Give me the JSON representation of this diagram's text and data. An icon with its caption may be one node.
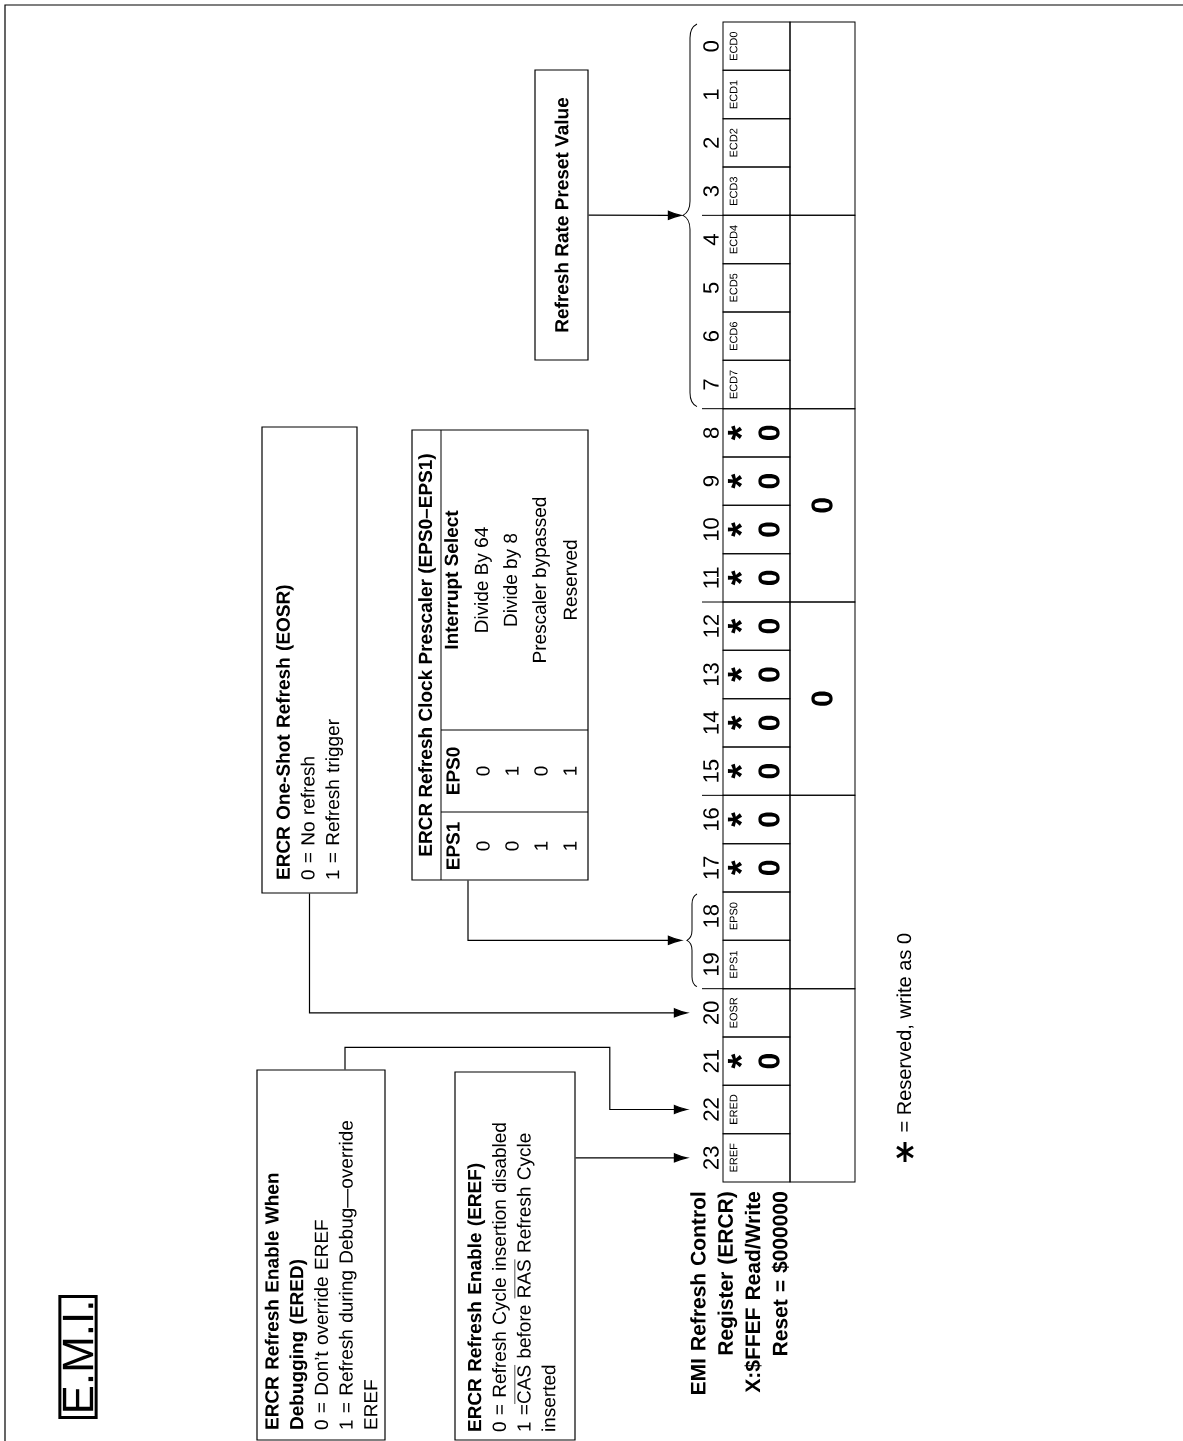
{
  "diagram": {
    "title": "E.M.I.",
    "nodes": [
      {
        "text": [
          "ERCR Refresh Enable When Debugging (ERED)",
          "0 = Don’t override EREF",
          "1 = Refresh during Debug—override EREF"
        ]
      },
      {
        "text": [
          "ERCR Refresh Enable (EREF)",
          "0 = Refresh Cycle insertion disabled",
          "\\begin{array}[t]{@{}l@{}}\\text{1 =}\\overline{\\text{CAS}}\\text{ before }\\overline{\\text{RAS}}\\text{ Refresh Cycle}\\\\ \\text{inserted}\\end{array}"
        ]
      },
      {
        "text": [
          "ERCR One-Shot Refresh (EOSR)",
          "0 = No refresh",
          "1 = Refresh trigger"
        ]
      },
      {
        "text": [
          "ERCR Refresh Clock Prescaler (EPS0–EPS1)"
        ]
      },
      {
        "text": [
          "Refresh Rate Preset Value"
        ]
      },
      {
        "text": [],
        "shape": "brace"
      },
      {
        "text": [],
        "shape": "brace"
      },
      {
        "text": [
          "23",
          "EREF"
        ]
      },
      {
        "text": [
          "22",
          "ERED"
        ]
      },
      {
        "text": [
          "21",
          "*",
          "0"
        ]
      },
      {
        "text": [
          "20",
          "EOSR"
        ]
      },
      {
        "text": [
          "19",
          "EPS1"
        ]
      },
      {
        "text": [
          "18",
          "EPS0"
        ]
      },
      {
        "text": [
          "17",
          "*",
          "0"
        ]
      },
      {
        "text": [
          "16",
          "*",
          "0"
        ]
      },
      {
        "text": [
          "15",
          "*",
          "0"
        ]
      },
      {
        "text": [
          "14",
          "*",
          "0"
        ]
      },
      {
        "text": [
          "13",
          "*",
          "0"
        ]
      },
      {
        "text": [
          "12",
          "*",
          "0"
        ]
      },
      {
        "text": [
          "11",
          "*",
          "0"
        ]
      },
      {
        "text": [
          "10",
          "*",
          "0"
        ]
      },
      {
        "text": [
          "9",
          "*",
          "0"
        ]
      },
      {
        "text": [
          "8",
          "*",
          "0"
        ]
      },
      {
        "text": [
          "7",
          "ECD7"
        ]
      },
      {
        "text": [
          "6",
          "ECD6"
        ]
      },
      {
        "text": [
          "5",
          "ECD5"
        ]
      },
      {
        "text": [
          "4",
          "ECD4"
        ]
      },
      {
        "text": [
          "3",
          "ECD3"
        ]
      },
      {
        "text": [
          "2",
          "ECD2"
        ]
      },
      {
        "text": [
          "1",
          "ECD1"
        ]
      },
      {
        "text": [
          "0",
          "ECD0"
        ]
      }
    ],
    "edges": [
      {
        "from": 0,
        "to": 8,
        "arrow": "to"
      },
      {
        "from": 1,
        "to": 7,
        "arrow": "to"
      },
      {
        "from": 2,
        "to": 10,
        "arrow": "to"
      },
      {
        "from": 3,
        "to": 6,
        "arrow": "to"
      },
      {
        "from": 4,
        "to": 5,
        "arrow": "to"
      }
    ],
    "labels": [
      "EPS1",
      "EPS0",
      "Interrupt Select",
      "0",
      "0",
      "Divide By 64",
      "0",
      "1",
      "Divide by 8",
      "1",
      "0",
      "Prescaler bypassed",
      "1",
      "1",
      "Reserved",
      "0",
      "0",
      "EMI Refresh Control Register (ERCR)",
      "X:$FFEF Read/Write",
      "Reset = $000000"
    ],
    "legend": [
      {
        "text": "= Reserved, write as 0"
      }
    ]
  }
}
